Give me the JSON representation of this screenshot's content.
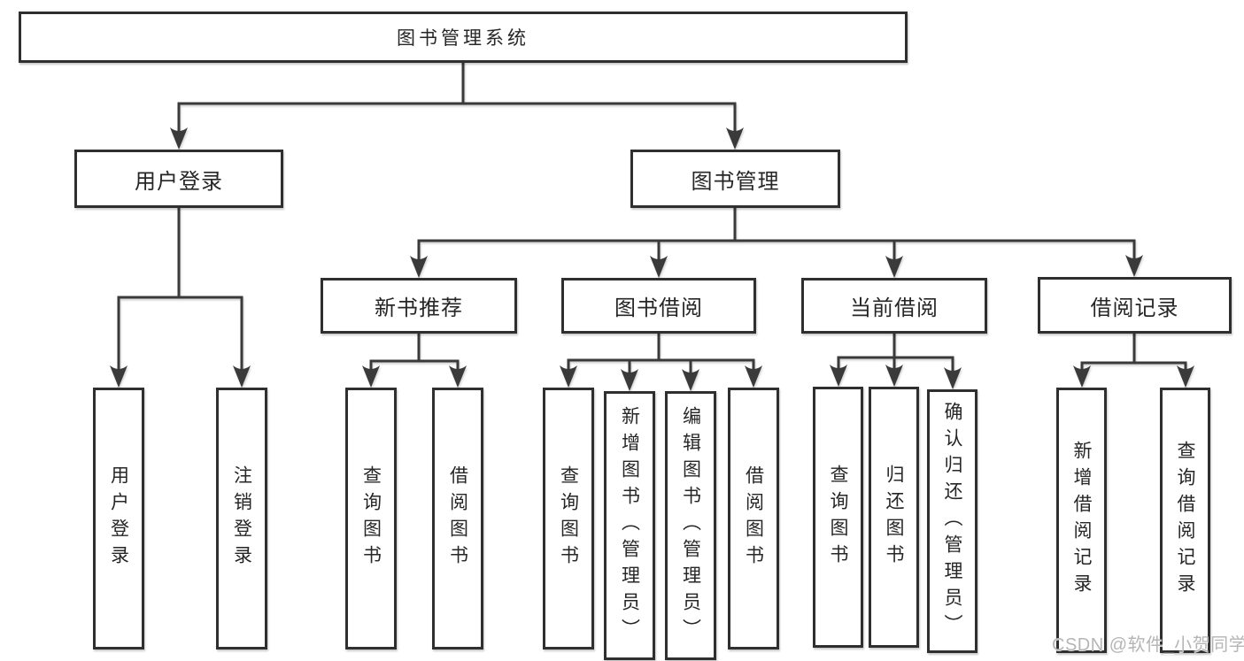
{
  "diagram": {
    "root": {
      "label": "图书管理系统"
    },
    "level2": [
      {
        "label": "用户登录",
        "children": [
          "用户登录",
          "注销登录"
        ]
      },
      {
        "label": "图书管理"
      }
    ],
    "modules": [
      {
        "label": "新书推荐",
        "children": [
          "查询图书",
          "借阅图书"
        ]
      },
      {
        "label": "图书借阅",
        "children": [
          "查询图书",
          "新增图书（管理员）",
          "编辑图书（管理员）",
          "借阅图书"
        ]
      },
      {
        "label": "当前借阅",
        "children": [
          "查询图书",
          "归还图书",
          "确认归还（管理员）"
        ]
      },
      {
        "label": "借阅记录",
        "children": [
          "新增借阅记录",
          "查询借阅记录"
        ]
      }
    ],
    "colors": {
      "line": "#3a3a3a",
      "box_border": "#2f2f2f",
      "text": "#262626",
      "background": "#ffffff",
      "watermark": "#b5b5b5"
    }
  },
  "watermark": {
    "text": "CSDN @软件_小贺同学"
  }
}
